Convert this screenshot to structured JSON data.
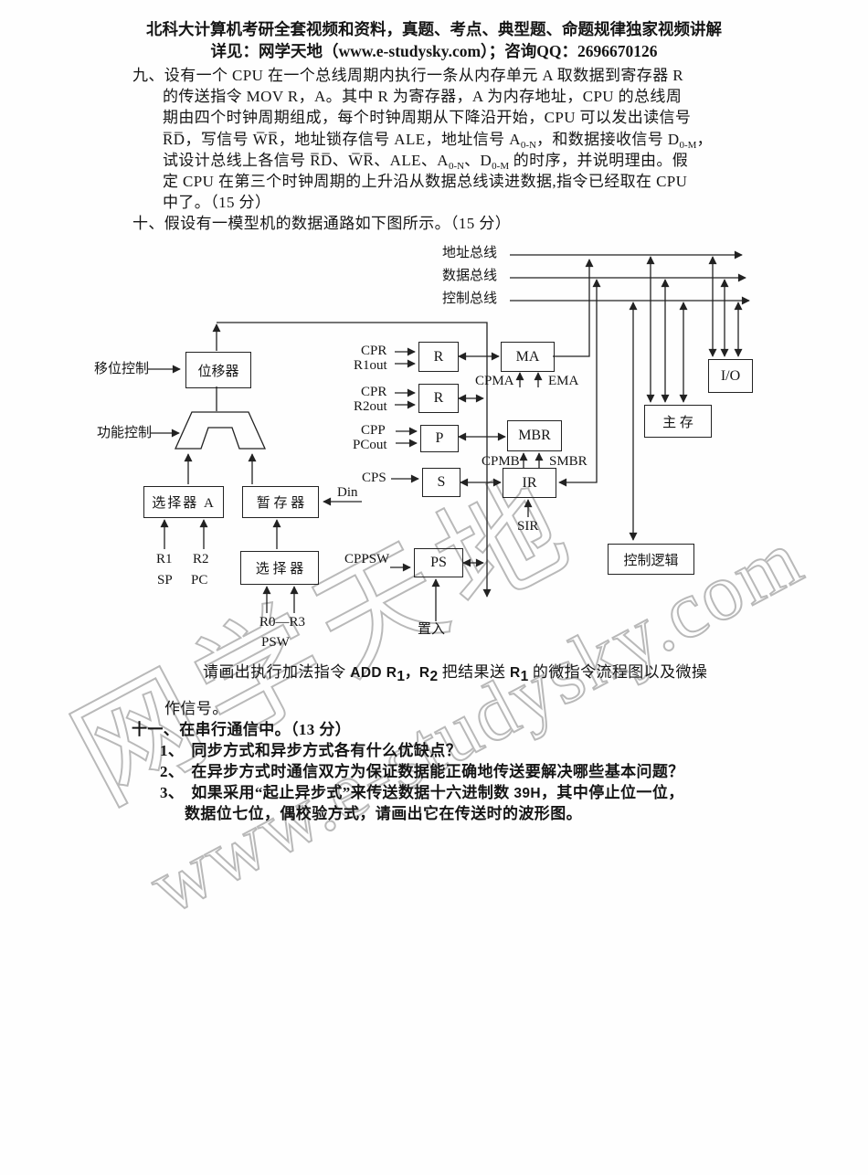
{
  "header": {
    "line1": "北科大计算机考研全套视频和资料，真题、考点、典型题、命题规律独家视频讲解",
    "line2": "详见：网学天地（www.e-studysky.com）；咨询QQ：2696670126"
  },
  "q9": {
    "l1": "九、设有一个 CPU 在一个总线周期内执行一条从内存单元 A 取数据到寄存器 R",
    "l2": "的传送指令 MOV R，A。其中 R 为寄存器，A 为内存地址，CPU 的总线周",
    "l3": "期由四个时钟周期组成，每个时钟周期从下降沿开始，CPU 可以发出读信号",
    "l4": {
      "a": "R̅D̅，写信号 W̅R̅，地址锁存信号 ALE，地址信号 A",
      "a_sub": "0-N",
      "b": "，和数据接收信号 D",
      "b_sub": "0-M",
      "c": "，"
    },
    "l5": {
      "a": "试设计总线上各信号 R̅D̅、W̅R̅、ALE、A",
      "a_sub": "0-N",
      "b": "、D",
      "b_sub": "0-M",
      "c": " 的时序，并说明理由。假"
    },
    "l6": "定 CPU 在第三个时钟周期的上升沿从数据总线读进数据,指令已经取在 CPU",
    "l7": "中了。（15 分）"
  },
  "q10": {
    "heading": "十、假设有一模型机的数据通路如下图所示。（15 分）",
    "caption": {
      "lead": "请画出执行加法指令 ",
      "b1": "ADD R",
      "s1": "1",
      "b2": "，R",
      "s2": "2",
      "mid": " 把结果送 ",
      "b3": "R",
      "s3": "1",
      "tail": " 的微指令流程图以及微操",
      "line2": "作信号。"
    }
  },
  "q11": {
    "heading_num": "十一、",
    "heading": "在串行通信中。（13 分）",
    "items": [
      {
        "num": "1、",
        "text": "同步方式和异步方式各有什么优缺点？"
      },
      {
        "num": "2、",
        "text": "在异步方式时通信双方为保证数据能正确地传送要解决哪些基本问题？"
      },
      {
        "num": "3、",
        "pre": "如果采用“起止异步式”来传送数据十六进制数 ",
        "bold": "39H",
        "post": "，其中停止位一位，",
        "cont": "数据位七位，偶校验方式，请画出它在传送时的波形图。"
      }
    ]
  },
  "diagram": {
    "buses": {
      "address": "地址总线",
      "data": "数据总线",
      "control": "控制总线"
    },
    "boxes": {
      "shifter": "位移器",
      "selector_a": "选择器 A",
      "temp_reg": "暂 存 器",
      "selector_b": "选 择 器",
      "reg_r1": "R",
      "reg_r2": "R",
      "reg_p": "P",
      "reg_s": "S",
      "reg_ps": "PS",
      "ma": "MA",
      "mbr": "MBR",
      "ir": "IR",
      "main_memory": "主  存",
      "io": "I/O",
      "control_logic": "控制逻辑"
    },
    "signals": {
      "shift_control": "移位控制",
      "func_control": "功能控制",
      "cpr_1": "CPR",
      "r1out": "R1out",
      "cpr_2": "CPR",
      "r2out": "R2out",
      "cpp": "CPP",
      "pcout": "PCout",
      "cps": "CPS",
      "din": "Din",
      "cppsw": "CPPSW",
      "cpma": "CPMA",
      "ema": "EMA",
      "cpmb": "CPMB",
      "smbr": "SMBR",
      "sir": "SIR",
      "set_in": "置入",
      "r1": "R1",
      "r2": "R2",
      "sp": "SP",
      "pc": "PC",
      "r0r3": "R0—R3",
      "psw": "PSW"
    }
  },
  "watermark": {
    "line1": "网学天地",
    "line2": "www.e-studysky.com"
  }
}
